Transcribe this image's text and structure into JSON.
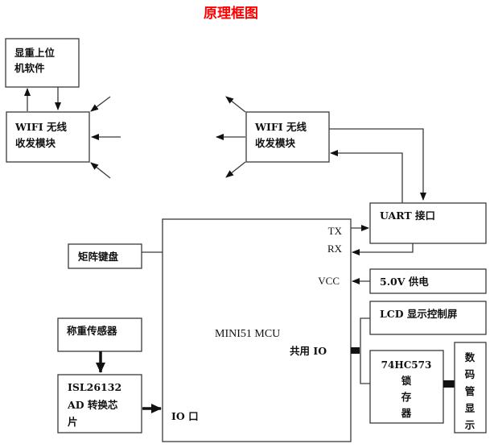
{
  "title": "原理框图",
  "blocks": {
    "pc_software": {
      "line1": "显重上位",
      "line2": "机软件"
    },
    "wifi_left": {
      "line1": "WIFI  无线",
      "line2": "收发模块"
    },
    "wifi_right": {
      "line1": "WIFI  无线",
      "line2": "收发模块"
    },
    "uart": {
      "label": "UART 接口"
    },
    "keypad": {
      "label": "矩阵键盘"
    },
    "power": {
      "label": "5.0V 供电"
    },
    "lcd": {
      "label": "LCD 显示控制屏"
    },
    "sensor": {
      "label": "称重传感器"
    },
    "adc": {
      "line1": "ISL26132",
      "line2": "AD  转换芯",
      "line3": "片"
    },
    "latch": {
      "line1": "74HC573",
      "line2": "锁",
      "line3": "存",
      "line4": "器"
    },
    "segment": {
      "chars": [
        "数",
        "码",
        "管",
        "显",
        "示"
      ]
    },
    "mcu": {
      "name": "MINI51 MCU",
      "shared_io": "共用 IO",
      "pin_tx": "TX",
      "pin_rx": "RX",
      "pin_vcc": "VCC",
      "pin_io": "IO 口"
    }
  }
}
